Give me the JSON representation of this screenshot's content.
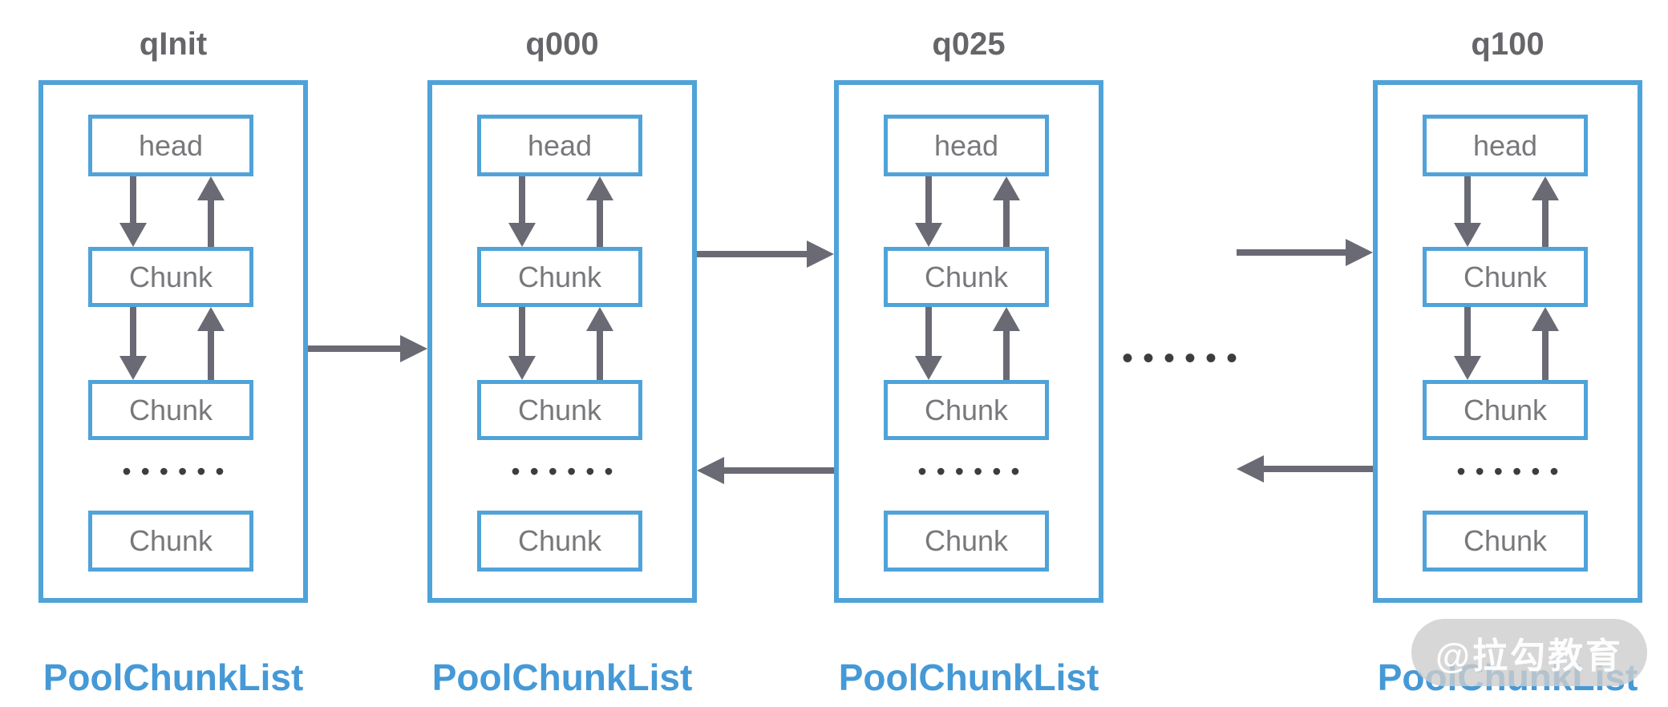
{
  "diagram": {
    "columns": [
      {
        "title": "qInit",
        "head": "head",
        "chunks": [
          "Chunk",
          "Chunk",
          "Chunk"
        ],
        "dots": "••••••",
        "label": "PoolChunkList"
      },
      {
        "title": "q000",
        "head": "head",
        "chunks": [
          "Chunk",
          "Chunk",
          "Chunk"
        ],
        "dots": "••••••",
        "label": "PoolChunkList"
      },
      {
        "title": "q025",
        "head": "head",
        "chunks": [
          "Chunk",
          "Chunk",
          "Chunk"
        ],
        "dots": "••••••",
        "label": "PoolChunkList"
      },
      {
        "title": "q100",
        "head": "head",
        "chunks": [
          "Chunk",
          "Chunk",
          "Chunk"
        ],
        "dots": "••••••",
        "label": "PoolChunkList"
      }
    ],
    "gap_dots": "••••••",
    "watermark": "@拉勾教育",
    "colors": {
      "box_border_blue": "#4FA3D9",
      "arrow_gray": "#6A6A75",
      "label_blue": "#4599D6",
      "node_text_gray": "#77787B",
      "title_gray": "#66666A",
      "dots_dark": "#3D3D3D"
    }
  }
}
